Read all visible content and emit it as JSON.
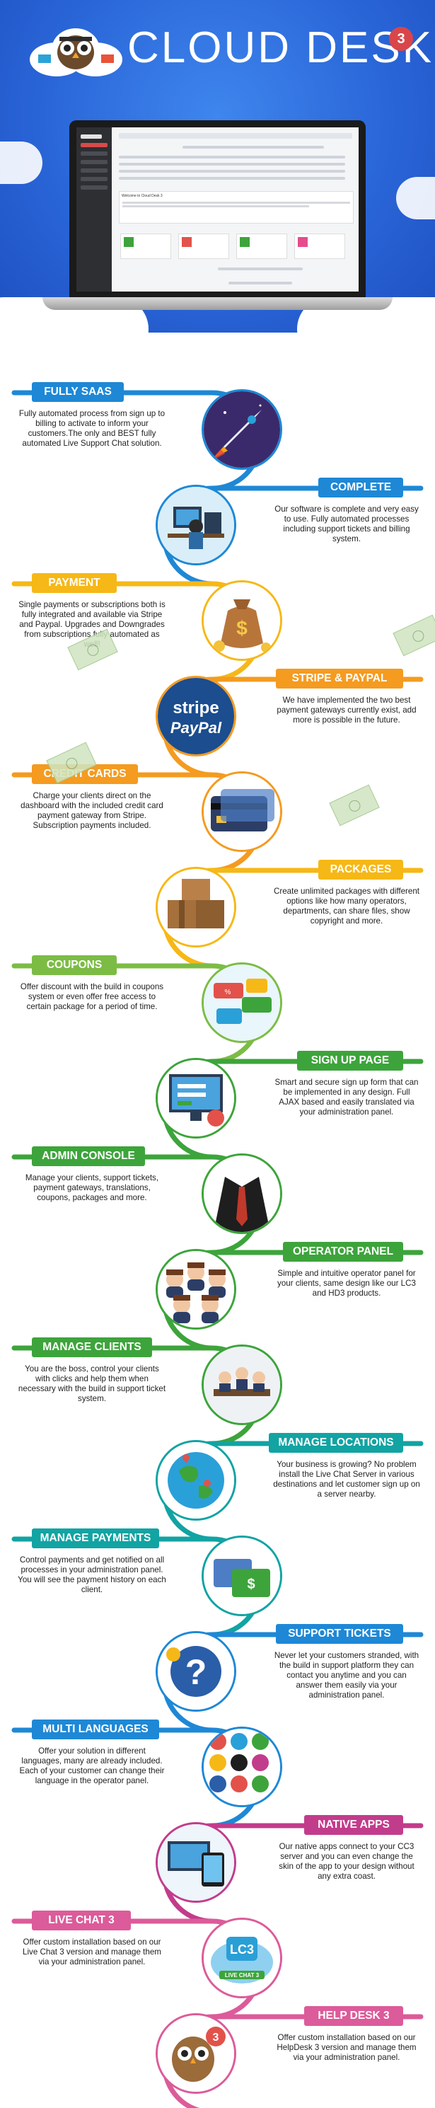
{
  "logo": {
    "title": "CLOUD DESK",
    "badge": "3"
  },
  "colors": {
    "hero_blue": "#2a66d8",
    "blue": "#1e88d6",
    "teal": "#12a3a3",
    "yellow": "#f6b817",
    "orange": "#f49b20",
    "green": "#3da43b",
    "lightgreen": "#7cbc45",
    "magenta": "#c23c8c",
    "pink": "#dc5b9a"
  },
  "features": [
    {
      "id": "fully-saas",
      "title": "FULLY SAAS",
      "icon": "rocket-icon",
      "desc": "Fully automated process from sign up to billing to activate to inform your customers.The only and BEST fully automated Live Support Chat solution."
    },
    {
      "id": "complete",
      "title": "COMPLETE",
      "icon": "workspace-icon",
      "desc": "Our software is complete and very easy to use. Fully automated processes including support tickets and billing system."
    },
    {
      "id": "payment",
      "title": "PAYMENT",
      "icon": "money-bag-icon",
      "desc": "Single payments or subscriptions both is fully integrated and available via Stripe and Paypal. Upgrades and Downgrades from subscriptions fully automated as well!"
    },
    {
      "id": "stripe-paypal",
      "title": "STRIPE & PAYPAL",
      "icon": "stripe-paypal-icon",
      "desc": "We have implemented the two best payment gateways currently exist, add more is possible in the future."
    },
    {
      "id": "credit-cards",
      "title": "CREDIT CARDS",
      "icon": "credit-card-icon",
      "desc": "Charge your clients direct on the dashboard with the included credit card payment gateway from Stripe. Subscription payments included."
    },
    {
      "id": "packages",
      "title": "PACKAGES",
      "icon": "boxes-icon",
      "desc": "Create unlimited packages with different options like how many operators, departments, can share files, show copyright and more."
    },
    {
      "id": "coupons",
      "title": "COUPONS",
      "icon": "coupon-icon",
      "desc": "Offer discount with the build in coupons system or even offer free access to certain package for a period of time."
    },
    {
      "id": "sign-up-page",
      "title": "SIGN UP PAGE",
      "icon": "signup-screen-icon",
      "desc": "Smart and secure sign up form that can be implemented in any design. Full AJAX based and easily translated via your administration panel."
    },
    {
      "id": "admin-console",
      "title": "ADMIN CONSOLE",
      "icon": "suit-tie-icon",
      "desc": "Manage your clients, support tickets, payment gateways, translations, coupons, packages and more."
    },
    {
      "id": "operator-panel",
      "title": "OPERATOR PANEL",
      "icon": "operators-icon",
      "desc": "Simple and intuitive operator panel for your clients, same design like our LC3 and HD3 products."
    },
    {
      "id": "manage-clients",
      "title": "MANAGE CLIENTS",
      "icon": "meeting-icon",
      "desc": "You are the boss, control your clients with clicks and help them when necessary with the build in support ticket system."
    },
    {
      "id": "manage-locations",
      "title": "MANAGE LOCATIONS",
      "icon": "globe-pins-icon",
      "desc": "Your business is growing? No problem install the Live Chat Server in various destinations and let customer sign up on a server nearby."
    },
    {
      "id": "manage-payments",
      "title": "MANAGE PAYMENTS",
      "icon": "payments-icon",
      "desc": "Control payments and get notified on all processes in your administration panel. You will see the payment history on each client."
    },
    {
      "id": "support-tickets",
      "title": "SUPPORT TICKETS",
      "icon": "question-bulb-icon",
      "desc": "Never let your customers stranded, with the build in support platform they can contact you anytime and you can answer them easily via your administration panel."
    },
    {
      "id": "multi-languages",
      "title": "MULTI LANGUAGES",
      "icon": "flags-icon",
      "desc": "Offer your solution in different languages, many are already included. Each of your customer can change their language in the operator panel."
    },
    {
      "id": "native-apps",
      "title": "NATIVE APPS",
      "icon": "devices-icon",
      "desc": "Our native apps connect to your CC3 server and you can even change the skin of the app to your design without any extra coast."
    },
    {
      "id": "live-chat-3",
      "title": "LIVE CHAT 3",
      "icon": "lc3-logo-icon",
      "desc": "Offer custom installation based on our Live Chat 3 version and manage them via your administration panel."
    },
    {
      "id": "help-desk-3",
      "title": "HELP DESK 3",
      "icon": "hd3-owl-icon",
      "desc": "Offer custom installation based on our HelpDesk 3 version and manage them via your administration panel."
    }
  ],
  "icon_texts": {
    "stripe": "stripe",
    "paypal": "PayPal",
    "lc3": "LC3",
    "live_chat": "LIVE CHAT 3",
    "hd3_badge": "3"
  },
  "laptop_screen": {
    "welcome": "Welcome to Cloud Desk 3",
    "tiles": [
      "",
      "",
      "",
      ""
    ]
  }
}
